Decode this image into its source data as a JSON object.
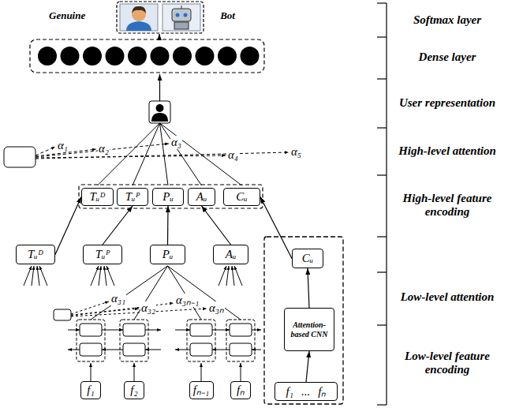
{
  "diagram": {
    "nodes": [
      {
        "text": [
          "Genuine",
          "Bot"
        ]
      },
      {
        "text": [
          "Tᵤᴰ"
        ]
      },
      {
        "text": [
          "Tᵤᴾ"
        ]
      },
      {
        "text": [
          "Pᵤ"
        ]
      },
      {
        "text": [
          "Aᵤ"
        ]
      },
      {
        "text": [
          "Cᵤ"
        ]
      },
      {
        "text": [
          "Tᵤᴰ"
        ]
      },
      {
        "text": [
          "Tᵤᴾ"
        ]
      },
      {
        "text": [
          "Pᵤ"
        ]
      },
      {
        "text": [
          "Aᵤ"
        ]
      },
      {
        "text": [
          "Cᵤ"
        ]
      },
      {
        "text": [
          "Attention-based CNN"
        ]
      },
      {
        "text": [
          "f₁"
        ]
      },
      {
        "text": [
          "f₂"
        ]
      },
      {
        "text": [
          "fₙ₋₁"
        ]
      },
      {
        "text": [
          "fₙ"
        ]
      },
      {
        "text": [
          "f₁",
          "...",
          "fₙ"
        ]
      }
    ],
    "edges": [
      {
        "from": 6,
        "to": 1,
        "arrow": "to"
      },
      {
        "from": 7,
        "to": 2,
        "arrow": "to"
      },
      {
        "from": 8,
        "to": 3,
        "arrow": "to"
      },
      {
        "from": 9,
        "to": 4,
        "arrow": "to"
      },
      {
        "from": 10,
        "to": 5,
        "arrow": "to"
      },
      {
        "from": 11,
        "to": 10,
        "arrow": "to"
      },
      {
        "from": 16,
        "to": 11,
        "arrow": "to"
      }
    ],
    "labels": [
      "α₁",
      "α₂",
      "α₃",
      "α₄",
      "α₅",
      "α₃₁",
      "α₃₂",
      "α₃ₙ₋₁",
      "α₃ₙ",
      "Softmax layer",
      "Dense layer",
      "User representation",
      "High-level attention",
      "High-level feature encoding",
      "Low-level attention",
      "Low-level feature encoding"
    ]
  }
}
